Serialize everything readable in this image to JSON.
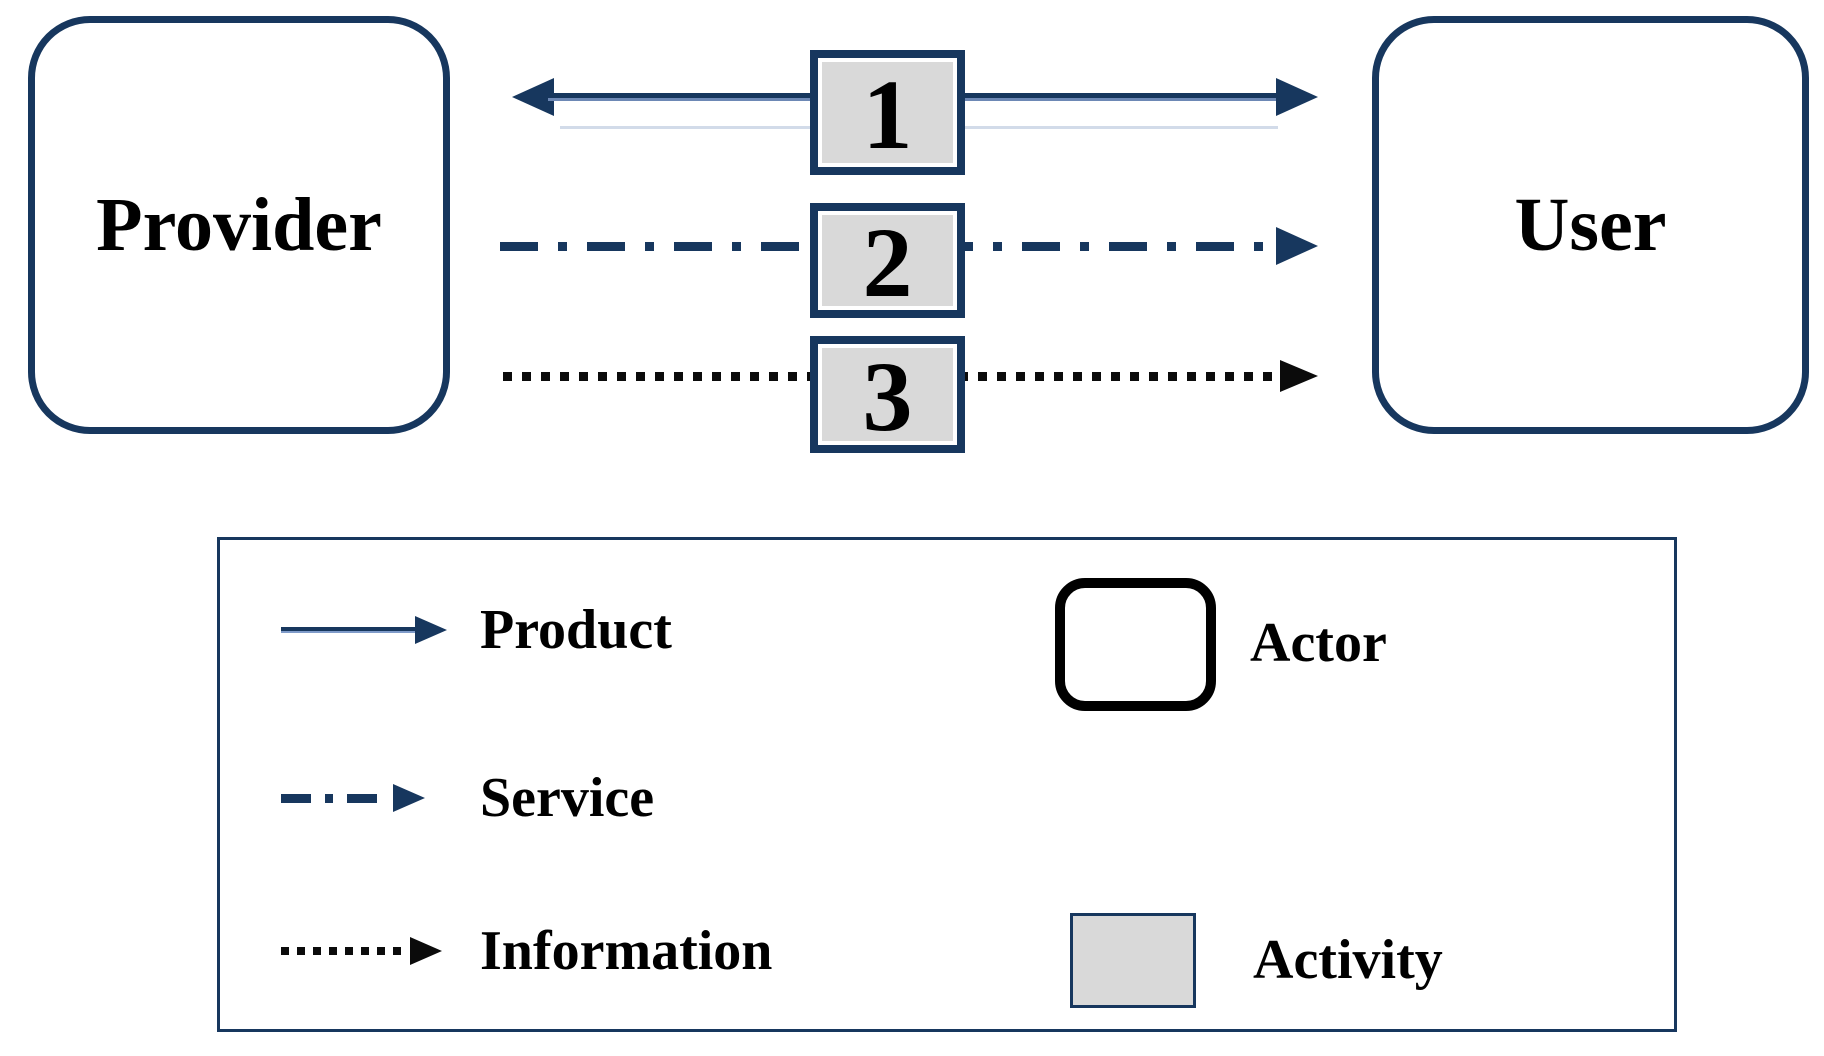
{
  "figure": {
    "type": "provider-user-exchange-diagram",
    "colors": {
      "navy": "#17375E",
      "black": "#0b0b0b",
      "activity_fill": "#D9D9D9",
      "light_blue_accent": "#7f9bc9",
      "background": "#ffffff"
    }
  },
  "actors": {
    "provider": {
      "label": "Provider"
    },
    "user": {
      "label": "User"
    }
  },
  "flows": [
    {
      "id": 1,
      "style": "solid",
      "direction": "both",
      "meaning": "Product"
    },
    {
      "id": 2,
      "style": "dash-dot",
      "direction": "right",
      "meaning": "Service"
    },
    {
      "id": 3,
      "style": "dotted",
      "direction": "right",
      "meaning": "Information"
    }
  ],
  "activities": [
    {
      "label": "1"
    },
    {
      "label": "2"
    },
    {
      "label": "3"
    }
  ],
  "legend": {
    "flows": [
      {
        "label": "Product",
        "style": "solid",
        "color": "#17375E"
      },
      {
        "label": "Service",
        "style": "dash-dot",
        "color": "#17375E"
      },
      {
        "label": "Information",
        "style": "dotted",
        "color": "#0b0b0b"
      }
    ],
    "shapes": [
      {
        "label": "Actor",
        "swatch": "rounded-outline-black"
      },
      {
        "label": "Activity",
        "swatch": "gray-filled-square"
      }
    ]
  }
}
